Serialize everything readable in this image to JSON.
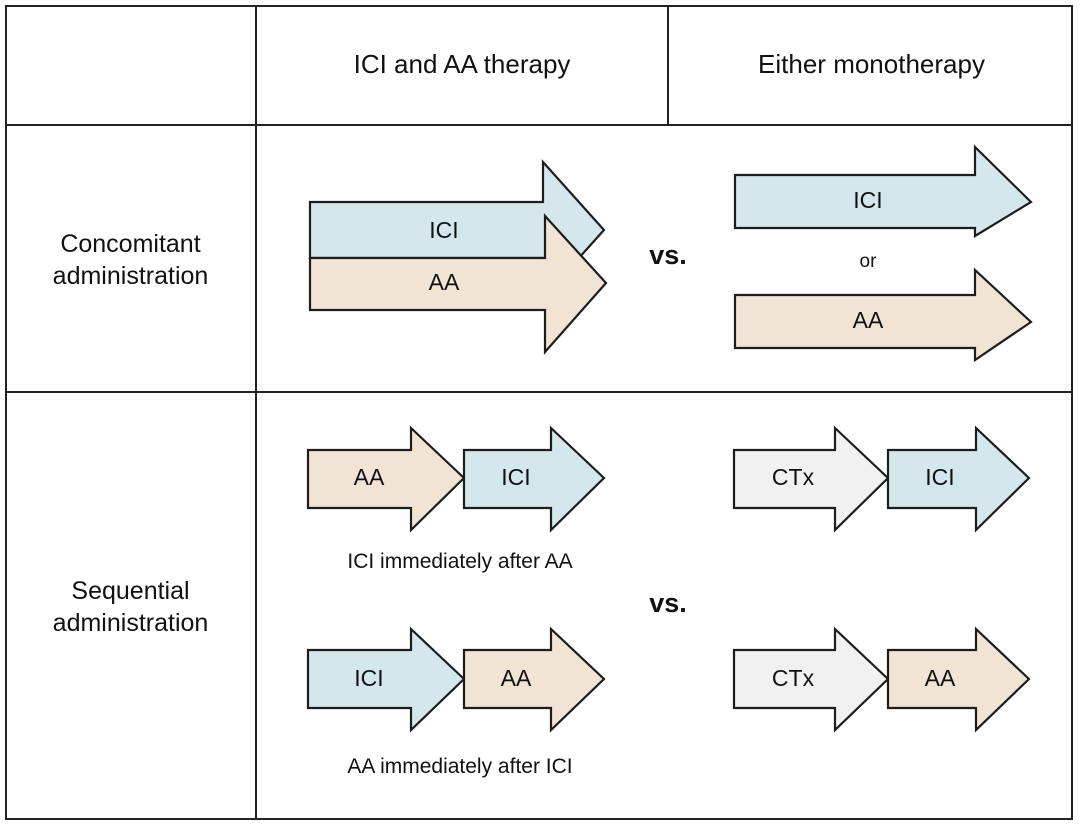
{
  "figure": {
    "type": "diagram",
    "description": "2x2 comparison table of ICI and AA therapy administration strategies"
  },
  "table": {
    "corner_label": "",
    "headers": [
      {
        "label": "ICI and AA therapy"
      },
      {
        "label": "Either monotherapy"
      }
    ],
    "rows": [
      {
        "label": "Concomitant\nadministration",
        "label_line1": "Concomitant",
        "label_line2": "administration"
      },
      {
        "label": "Sequential\nadministration",
        "label_line1": "Sequential",
        "label_line2": "administration"
      }
    ]
  },
  "comparators": {
    "concomitant_vs": "vs.",
    "sequential_vs": "vs.",
    "monotherapy_or": "or"
  },
  "colors": {
    "ici_fill": "#d3e7ec",
    "aa_fill": "#f1e4d5",
    "ctx_fill": "#f1f1f1",
    "stroke": "#1d1d1d",
    "grid": "#222222",
    "background": "#ffffff",
    "text": "#111111"
  },
  "arrows": {
    "concomitant_combo": [
      {
        "id": "conc-combo-ici",
        "label": "ICI",
        "fill_key": "ici_fill"
      },
      {
        "id": "conc-combo-aa",
        "label": "AA",
        "fill_key": "aa_fill"
      }
    ],
    "concomitant_mono": [
      {
        "id": "conc-mono-ici",
        "label": "ICI",
        "fill_key": "ici_fill"
      },
      {
        "id": "conc-mono-aa",
        "label": "AA",
        "fill_key": "aa_fill"
      }
    ],
    "sequential_combo_top": [
      {
        "id": "seq-combo-top-aa",
        "label": "AA",
        "fill_key": "aa_fill"
      },
      {
        "id": "seq-combo-top-ici",
        "label": "ICI",
        "fill_key": "ici_fill"
      }
    ],
    "sequential_combo_bottom": [
      {
        "id": "seq-combo-bot-ici",
        "label": "ICI",
        "fill_key": "ici_fill"
      },
      {
        "id": "seq-combo-bot-aa",
        "label": "AA",
        "fill_key": "aa_fill"
      }
    ],
    "sequential_mono_top": [
      {
        "id": "seq-mono-top-ctx",
        "label": "CTx",
        "fill_key": "ctx_fill"
      },
      {
        "id": "seq-mono-top-ici",
        "label": "ICI",
        "fill_key": "ici_fill"
      }
    ],
    "sequential_mono_bottom": [
      {
        "id": "seq-mono-bot-ctx",
        "label": "CTx",
        "fill_key": "ctx_fill"
      },
      {
        "id": "seq-mono-bot-aa",
        "label": "AA",
        "fill_key": "aa_fill"
      }
    ]
  },
  "captions": {
    "sequential_top": "ICI immediately after AA",
    "sequential_bottom": "AA immediately after ICI"
  }
}
